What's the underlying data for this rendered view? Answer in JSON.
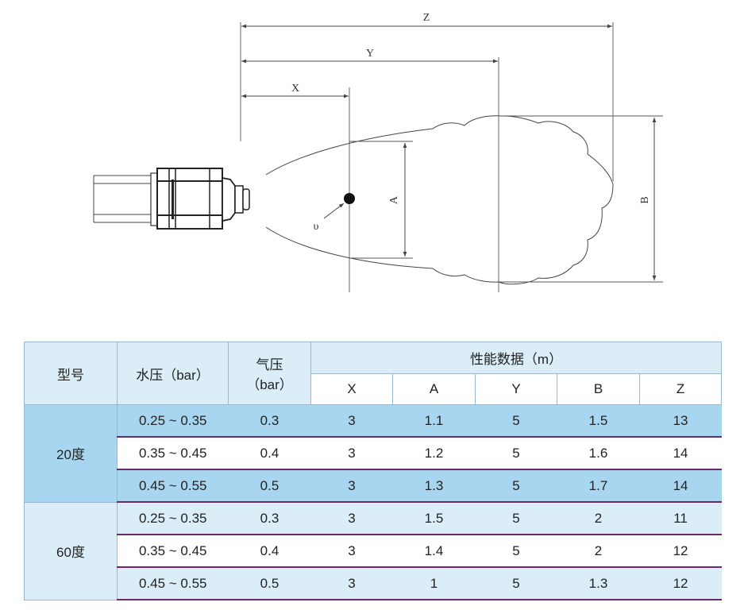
{
  "diagram": {
    "dimensions": [
      "Z",
      "Y",
      "X"
    ],
    "height_labels": [
      "A",
      "B"
    ],
    "angle_symbol": "υ"
  },
  "table": {
    "headers": {
      "model": "型号",
      "water_pressure": "水压（bar）",
      "air_pressure_line1": "气压",
      "air_pressure_line2": "（bar）",
      "performance": "性能数据（m）",
      "sub": [
        "X",
        "A",
        "Y",
        "B",
        "Z"
      ]
    },
    "groups": [
      {
        "model": "20度",
        "rows": [
          {
            "water": "0.25 ~ 0.35",
            "air": "0.3",
            "x": "3",
            "a": "1.1",
            "y": "5",
            "b": "1.5",
            "z": "13"
          },
          {
            "water": "0.35 ~ 0.45",
            "air": "0.4",
            "x": "3",
            "a": "1.2",
            "y": "5",
            "b": "1.6",
            "z": "14"
          },
          {
            "water": "0.45 ~ 0.55",
            "air": "0.5",
            "x": "3",
            "a": "1.3",
            "y": "5",
            "b": "1.7",
            "z": "14"
          }
        ]
      },
      {
        "model": "60度",
        "rows": [
          {
            "water": "0.25 ~ 0.35",
            "air": "0.3",
            "x": "3",
            "a": "1.5",
            "y": "5",
            "b": "2",
            "z": "11"
          },
          {
            "water": "0.35 ~ 0.45",
            "air": "0.4",
            "x": "3",
            "a": "1.4",
            "y": "5",
            "b": "2",
            "z": "12"
          },
          {
            "water": "0.45 ~ 0.55",
            "air": "0.5",
            "x": "3",
            "a": "1",
            "y": "5",
            "b": "1.3",
            "z": "12"
          }
        ]
      }
    ]
  }
}
